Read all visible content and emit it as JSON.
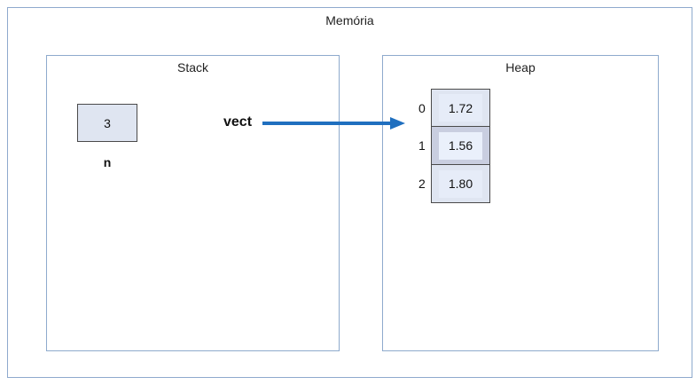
{
  "memory": {
    "title": "Memória"
  },
  "stack": {
    "title": "Stack",
    "variable": {
      "name": "n",
      "value": "3"
    },
    "pointer": {
      "name": "vect"
    }
  },
  "heap": {
    "title": "Heap",
    "array": [
      {
        "index": "0",
        "value": "1.72"
      },
      {
        "index": "1",
        "value": "1.56"
      },
      {
        "index": "2",
        "value": "1.80"
      }
    ]
  },
  "colors": {
    "panel_border": "#8eaacd",
    "arrow": "#1f6fbf",
    "cell_fill": "#dfe5f1"
  }
}
